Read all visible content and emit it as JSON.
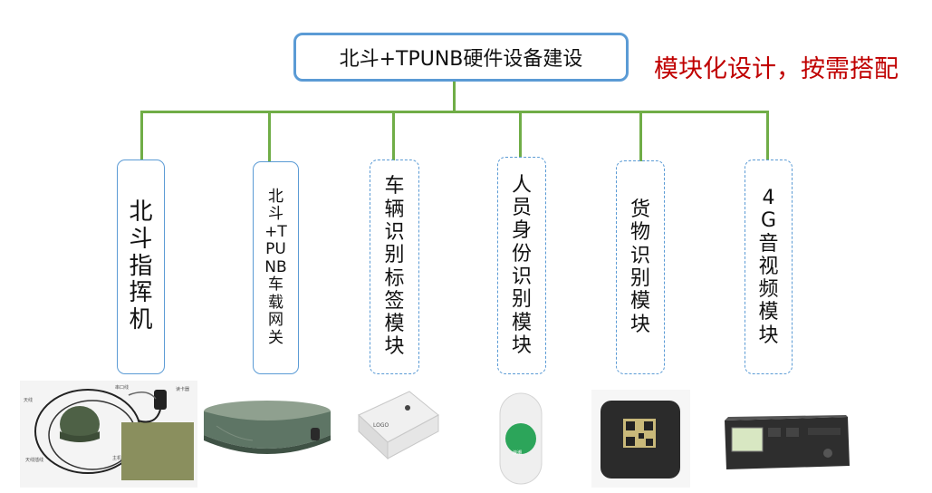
{
  "title": "北斗+TPUNB硬件设备建设",
  "side_note": "模块化设计，按需搭配",
  "modules": [
    {
      "label": [
        "北",
        "斗",
        "指",
        "挥",
        "机"
      ]
    },
    {
      "label": [
        "北",
        "斗",
        "+T",
        "PU",
        "NB",
        "车",
        "载",
        "网",
        "关"
      ]
    },
    {
      "label": [
        "车",
        "辆",
        "识",
        "别",
        "标",
        "签",
        "模",
        "块"
      ]
    },
    {
      "label": [
        "人",
        "员",
        "身",
        "份",
        "识",
        "别",
        "模",
        "块"
      ]
    },
    {
      "label": [
        "货",
        "物",
        "识",
        "别",
        "模",
        "块"
      ]
    },
    {
      "label": [
        "4",
        "G",
        "音",
        "视",
        "频",
        "模",
        "块"
      ]
    }
  ],
  "photo_labels": {
    "p1": [
      "天线",
      "串口线",
      "读卡器",
      "天线插线",
      "主机"
    ],
    "p3": "LOGO",
    "p4": "浪潮"
  },
  "colors": {
    "wire": "#70ad47",
    "box_border": "#5b9bd5",
    "note": "#c00000"
  }
}
